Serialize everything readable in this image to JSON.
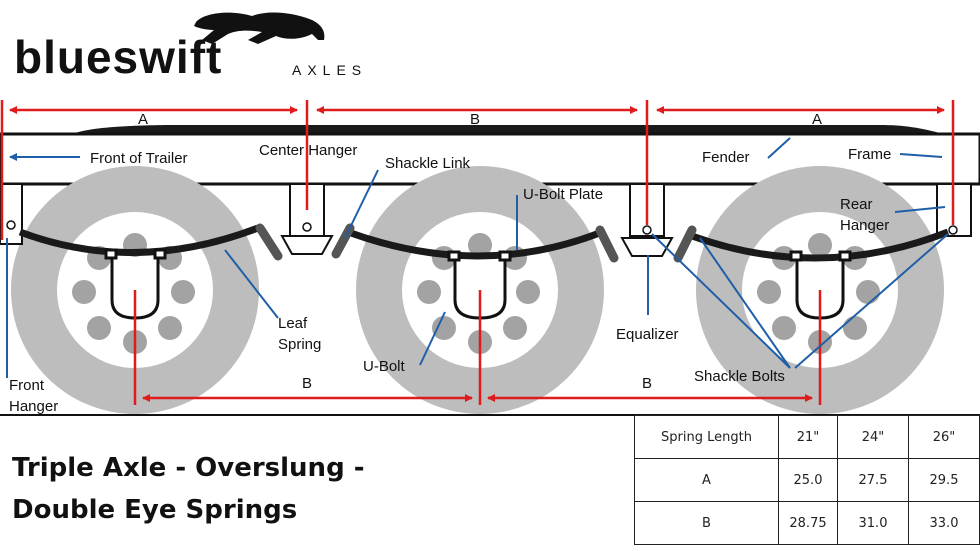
{
  "logo": {
    "word": "blueswift",
    "sub": "AXLES"
  },
  "labels": {
    "front_of_trailer": "Front of Trailer",
    "center_hanger": "Center Hanger",
    "shackle_link": "Shackle Link",
    "u_bolt_plate": "U-Bolt Plate",
    "fender": "Fender",
    "frame": "Frame",
    "rear_hanger": "Rear\nHanger",
    "leaf_spring": "Leaf\nSpring",
    "u_bolt": "U-Bolt",
    "equalizer": "Equalizer",
    "shackle_bolts": "Shackle Bolts",
    "front_hanger": "Front\nHanger"
  },
  "dimensions": {
    "top_a_left": "A",
    "top_b": "B",
    "top_a_right": "A",
    "bottom_b_left": "B",
    "bottom_b_right": "B"
  },
  "title": "Triple Axle - Overslung - Double Eye Springs",
  "spec_table": {
    "header": [
      "Spring Length",
      "21\"",
      "24\"",
      "26\""
    ],
    "rows": [
      [
        "A",
        "25.0",
        "27.5",
        "29.5"
      ],
      [
        "B",
        "28.75",
        "31.0",
        "33.0"
      ]
    ]
  },
  "colors": {
    "dimension_red": "#e01b1b",
    "pointer_blue": "#1f5fa8",
    "tire_gray": "#bdbdbd",
    "hub_gray": "#a3a3a3"
  }
}
